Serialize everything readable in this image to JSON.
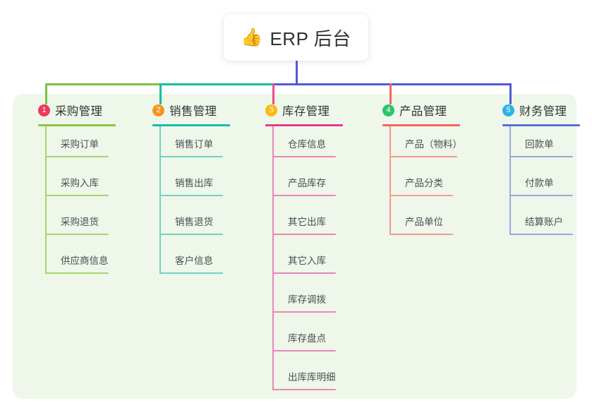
{
  "root": {
    "icon": "thumbs-up-icon",
    "icon_glyph": "👍",
    "title": "ERP 后台"
  },
  "panel": {
    "background": "#eef7e9"
  },
  "connector": {
    "stem_color": "#4f5bd5",
    "bar_segments": [
      {
        "color": "#7cc242"
      },
      {
        "color": "#0fbfa0"
      },
      {
        "color": "#4f5bd5"
      }
    ],
    "drops": [
      {
        "color": "#7cc242"
      },
      {
        "color": "#0fbfa0"
      },
      {
        "color": "#ee4b8a"
      },
      {
        "color": "#f4655e"
      },
      {
        "color": "#4f5bd5"
      }
    ]
  },
  "columns": [
    {
      "number": "1",
      "title": "采购管理",
      "badge_color": "#ec3a5e",
      "line_color": "#8cc63f",
      "item_line_color": "#a9d46f",
      "items": [
        {
          "label": "采购订单"
        },
        {
          "label": "采购入库"
        },
        {
          "label": "采购退货"
        },
        {
          "label": "供应商信息"
        }
      ]
    },
    {
      "number": "2",
      "title": "销售管理",
      "badge_color": "#f7941e",
      "line_color": "#11bfae",
      "item_line_color": "#6fd3c6",
      "items": [
        {
          "label": "销售订单"
        },
        {
          "label": "销售出库"
        },
        {
          "label": "销售退货"
        },
        {
          "label": "客户信息"
        }
      ]
    },
    {
      "number": "3",
      "title": "库存管理",
      "badge_color": "#fcb913",
      "line_color": "#e8388f",
      "item_line_color": "#eb86b8",
      "items": [
        {
          "label": "仓库信息"
        },
        {
          "label": "产品库存"
        },
        {
          "label": "其它出库"
        },
        {
          "label": "其它入库"
        },
        {
          "label": "库存调拨"
        },
        {
          "label": "库存盘点"
        },
        {
          "label": "出库库明细"
        }
      ]
    },
    {
      "number": "4",
      "title": "产品管理",
      "badge_color": "#2bc46a",
      "line_color": "#f4655e",
      "item_line_color": "#f59b91",
      "items": [
        {
          "label": "产品（物料）"
        },
        {
          "label": "产品分类"
        },
        {
          "label": "产品单位"
        }
      ]
    },
    {
      "number": "5",
      "title": "财务管理",
      "badge_color": "#2bb3e3",
      "line_color": "#5b6fd6",
      "item_line_color": "#9aa8e0",
      "items": [
        {
          "label": "回款单"
        },
        {
          "label": "付款单"
        },
        {
          "label": "结算账户"
        }
      ]
    }
  ]
}
